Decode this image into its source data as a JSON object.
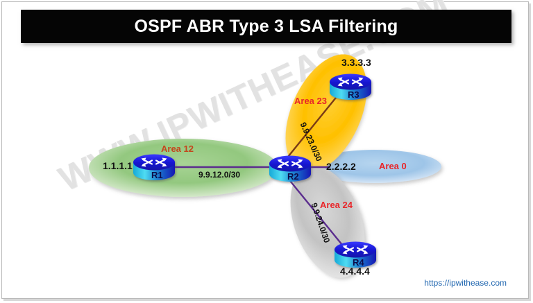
{
  "title": {
    "text": "OSPF ABR Type 3 LSA Filtering"
  },
  "watermark": {
    "text": "WWW.IPWITHEASE.COM"
  },
  "footer": {
    "url": "https://ipwithease.com"
  },
  "colors": {
    "title_bar_bg": "#050505",
    "title_text": "#ffffff",
    "area_label_red": "#e8262a",
    "area12_label": "#c4451c",
    "area12_fill": "#8fc47e",
    "area0_fill": "#9dc3e6",
    "area23_fill": "#ffc000",
    "area24_fill": "#c6c6c6",
    "link_line": "#5b2d8e",
    "link_line_23": "#7a3b16",
    "router_top": "#1414d2",
    "router_side": "#19b9e0",
    "url_text": "#2167b0"
  },
  "areas": [
    {
      "id": "area-12",
      "label": "Area 12",
      "fill": "#8fc47e",
      "shape": "ellipse-horizontal"
    },
    {
      "id": "area-23",
      "label": "Area 23",
      "fill": "#ffc000",
      "shape": "ellipse-tilted"
    },
    {
      "id": "area-0",
      "label": "Area 0",
      "fill": "#9dc3e6",
      "shape": "ellipse-horizontal"
    },
    {
      "id": "area-24",
      "label": "Area 24",
      "fill": "#c6c6c6",
      "shape": "ellipse-tilted"
    }
  ],
  "routers": [
    {
      "id": "r1",
      "name": "R1",
      "router_id": "1.1.1.1",
      "area": "Area 12"
    },
    {
      "id": "r2",
      "name": "R2",
      "router_id": "2.2.2.2",
      "area": "Area 0"
    },
    {
      "id": "r3",
      "name": "R3",
      "router_id": "3.3.3.3",
      "area": "Area 23"
    },
    {
      "id": "r4",
      "name": "R4",
      "router_id": "4.4.4.4",
      "area": "Area 24"
    }
  ],
  "links": [
    {
      "id": "link-12",
      "network": "9.9.12.0/30",
      "from": "R1",
      "to": "R2"
    },
    {
      "id": "link-23",
      "network": "9.9.23.0/30",
      "from": "R2",
      "to": "R3"
    },
    {
      "id": "link-24",
      "network": "9.9.24.0/30",
      "from": "R2",
      "to": "R4"
    }
  ]
}
